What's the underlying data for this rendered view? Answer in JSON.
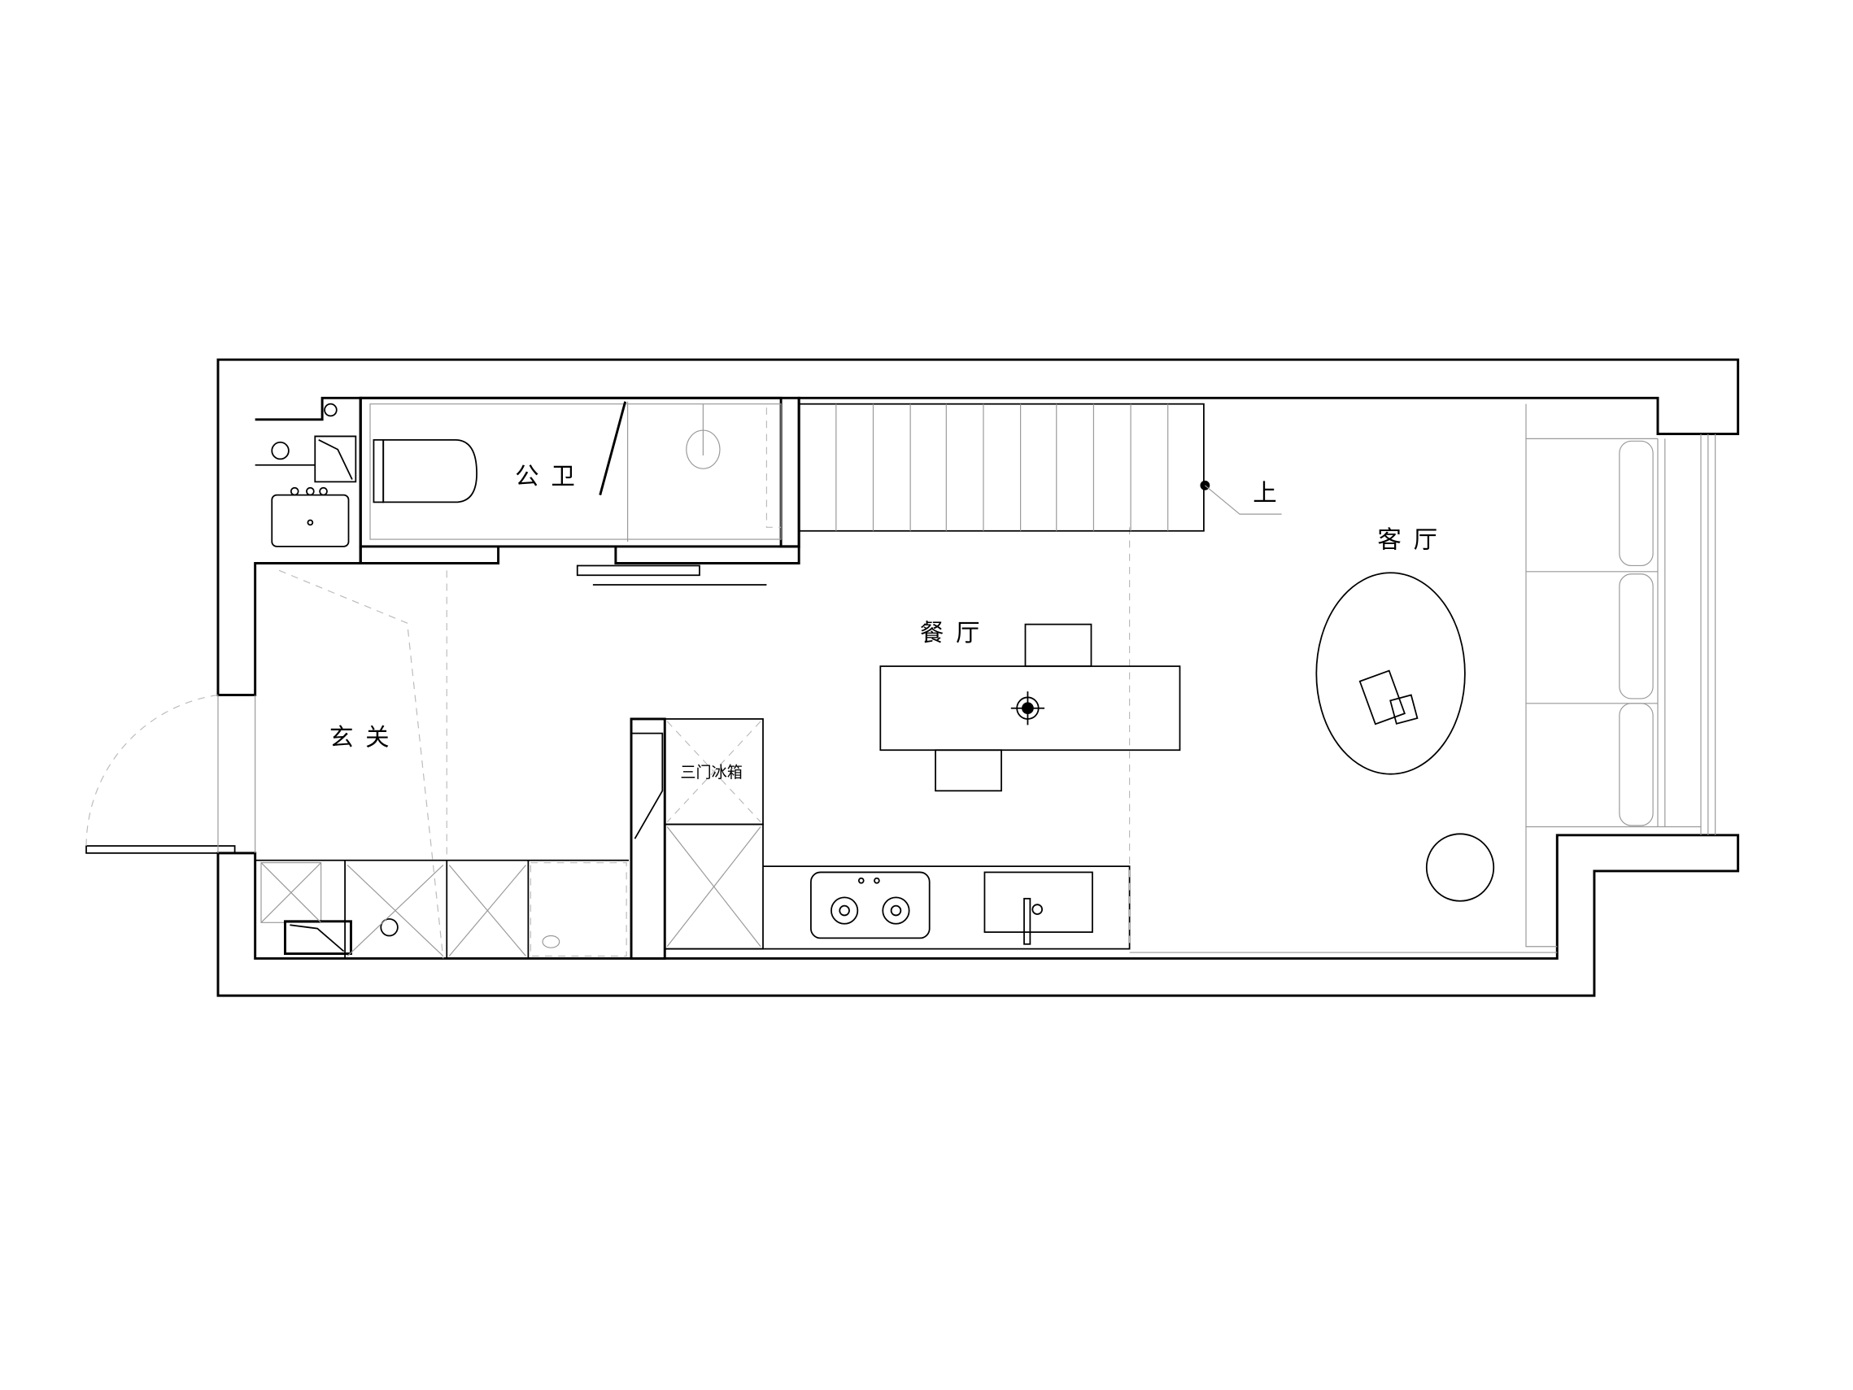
{
  "rooms": {
    "bathroom": "公卫",
    "entrance": "玄关",
    "dining": "餐厅",
    "living": "客厅",
    "stairs_up": "上",
    "fridge": "三门冰箱"
  }
}
